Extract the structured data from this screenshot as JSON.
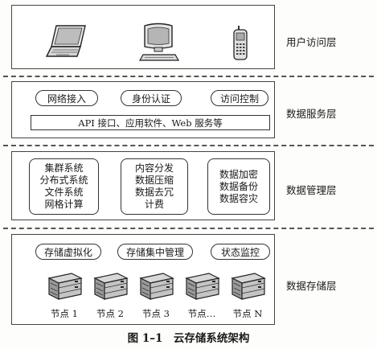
{
  "layers": {
    "user": {
      "label": "用户访问层"
    },
    "service": {
      "label": "数据服务层",
      "pills": [
        "网络接入",
        "身份认证",
        "访问控制"
      ],
      "bar": "API 接口、应用软件、Web 服务等"
    },
    "management": {
      "label": "数据管理层",
      "boxes": [
        [
          "集群系统",
          "分布式系统",
          "文件系统",
          "网格计算"
        ],
        [
          "内容分发",
          "数据压缩",
          "数据去冗",
          "计费"
        ],
        [
          "数据加密",
          "数据备份",
          "数据容灾"
        ]
      ]
    },
    "storage": {
      "label": "数据存储层",
      "pills": [
        "存储虚拟化",
        "存储集中管理",
        "状态监控"
      ],
      "nodes": [
        "节点 1",
        "节点 2",
        "节点 3",
        "节点…",
        "节点 N"
      ]
    }
  },
  "caption": "图 1–1　云存储系统架构"
}
